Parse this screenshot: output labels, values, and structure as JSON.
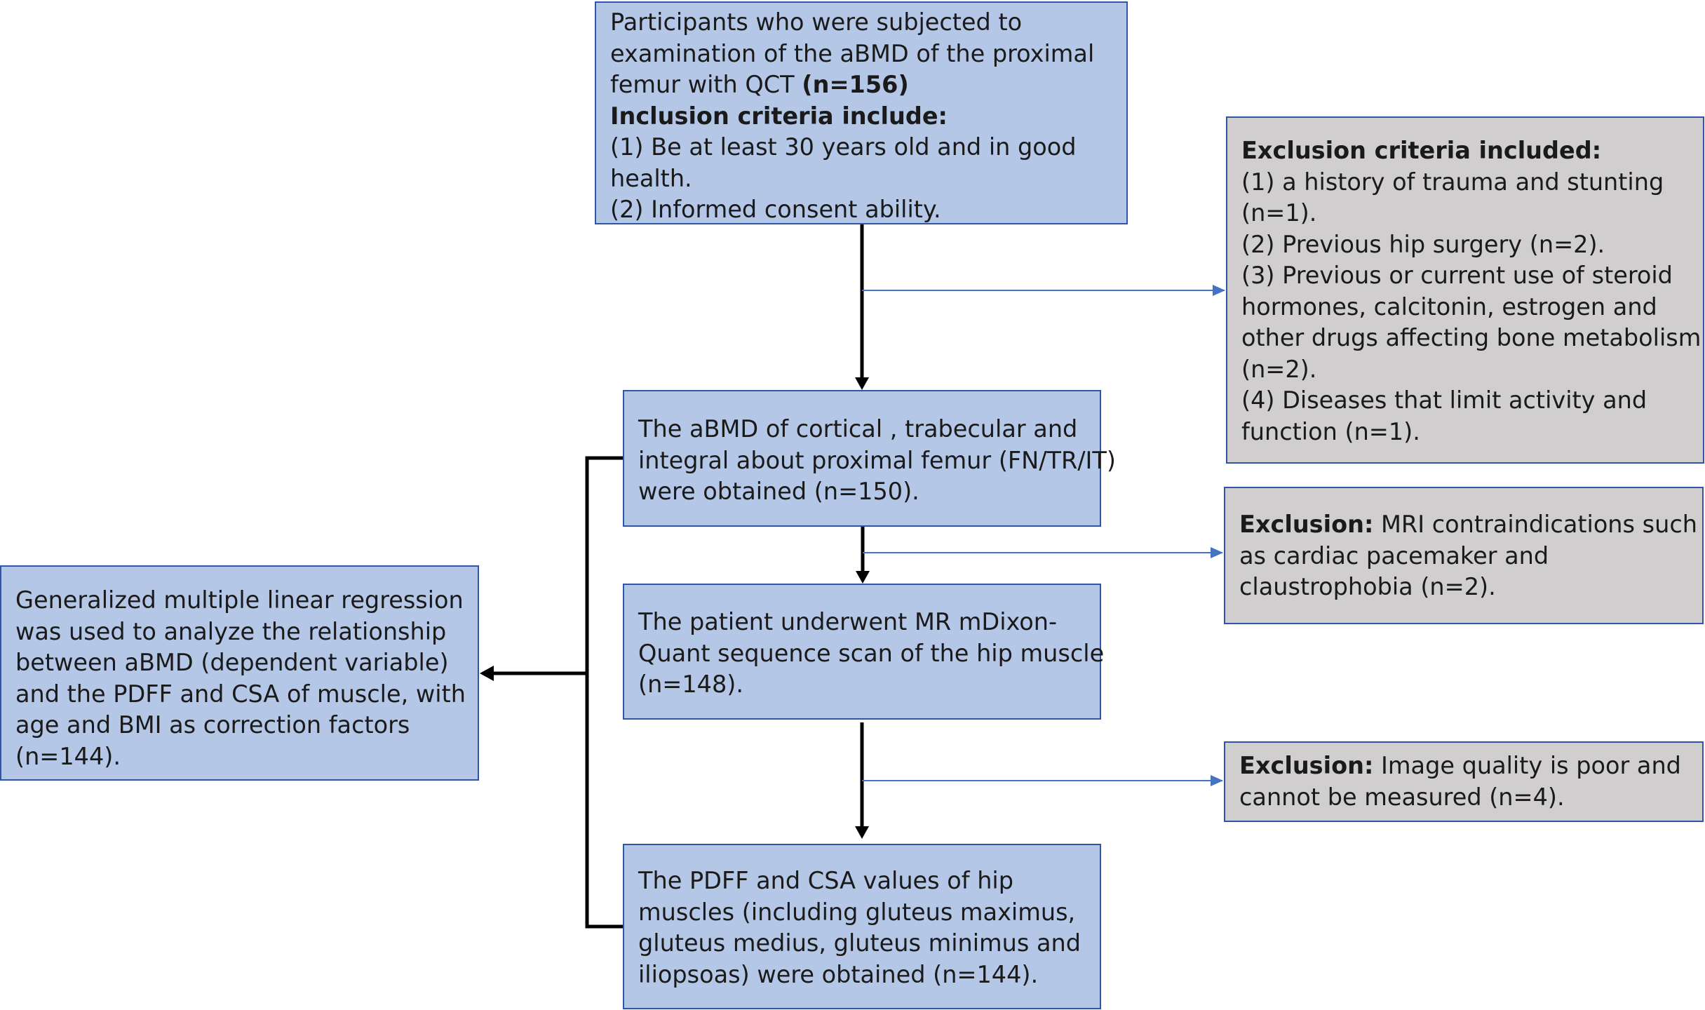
{
  "participants": {
    "line1": "Participants who were subjected to",
    "line2": "examination of the aBMD of the proximal",
    "line3_text": "femur with QCT ",
    "line3_bold": "(n=156)",
    "inclusion_heading": "Inclusion criteria include:",
    "criterion1_line1": "(1) Be at least 30 years old and in good",
    "criterion1_line2": "health.",
    "criterion2": "(2) Informed consent ability."
  },
  "exclusion_criteria": {
    "heading": "Exclusion criteria included:",
    "lines": [
      "(1) a history of trauma and stunting",
      "(n=1).",
      "(2) Previous hip surgery (n=2).",
      "(3) Previous or current use of steroid",
      "hormones, calcitonin, estrogen and",
      "other drugs affecting bone metabolism",
      "(n=2).",
      "(4) Diseases that limit activity and",
      "function (n=1)."
    ]
  },
  "abmd": {
    "lines": [
      "The aBMD of cortical , trabecular and",
      "integral about proximal femur (FN/TR/IT)",
      "were obtained (n=150)."
    ]
  },
  "exclusion_mri": {
    "label": "Exclusion:",
    "line1_text": " MRI contraindications such",
    "line2": "as cardiac pacemaker and",
    "line3": "claustrophobia (n=2)."
  },
  "mdixon": {
    "lines": [
      "The patient underwent MR mDixon-",
      "Quant sequence scan of the hip muscle",
      "(n=148)."
    ]
  },
  "regression": {
    "lines": [
      "Generalized multiple linear regression",
      "was used to analyze the relationship",
      "between aBMD (dependent variable)",
      "and the PDFF and CSA of muscle, with",
      "age and BMI as correction factors",
      "(n=144)."
    ]
  },
  "exclusion_image": {
    "label": "Exclusion:",
    "line1_text": " Image quality is poor and",
    "line2": "cannot be measured (n=4)."
  },
  "pdff": {
    "lines": [
      "The PDFF and CSA values of hip",
      "muscles (including gluteus maximus,",
      "gluteus medius, gluteus minimus and",
      "iliopsoas) were obtained (n=144)."
    ]
  },
  "colors": {
    "box_blue": "#b4c7e7",
    "box_gray": "#d0cece",
    "border": "#2f55a4",
    "side_arrow": "#4472c4",
    "main_arrow": "#000000"
  }
}
